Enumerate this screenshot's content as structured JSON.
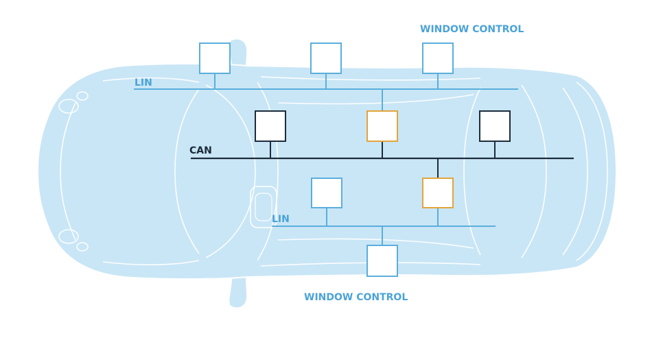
{
  "labels": {
    "window_control_top": "WINDOW CONTROL",
    "window_control_bottom": "WINDOW CONTROL",
    "lin_top": "LIN",
    "lin_bottom": "LIN",
    "can": "CAN"
  },
  "colors": {
    "car_body": "#c9e6f6",
    "car_outline": "#ffffff",
    "lin": "#5aaedc",
    "can": "#1c2b3a",
    "highlight": "#e2a53a",
    "label_blue": "#4aa3d8"
  }
}
